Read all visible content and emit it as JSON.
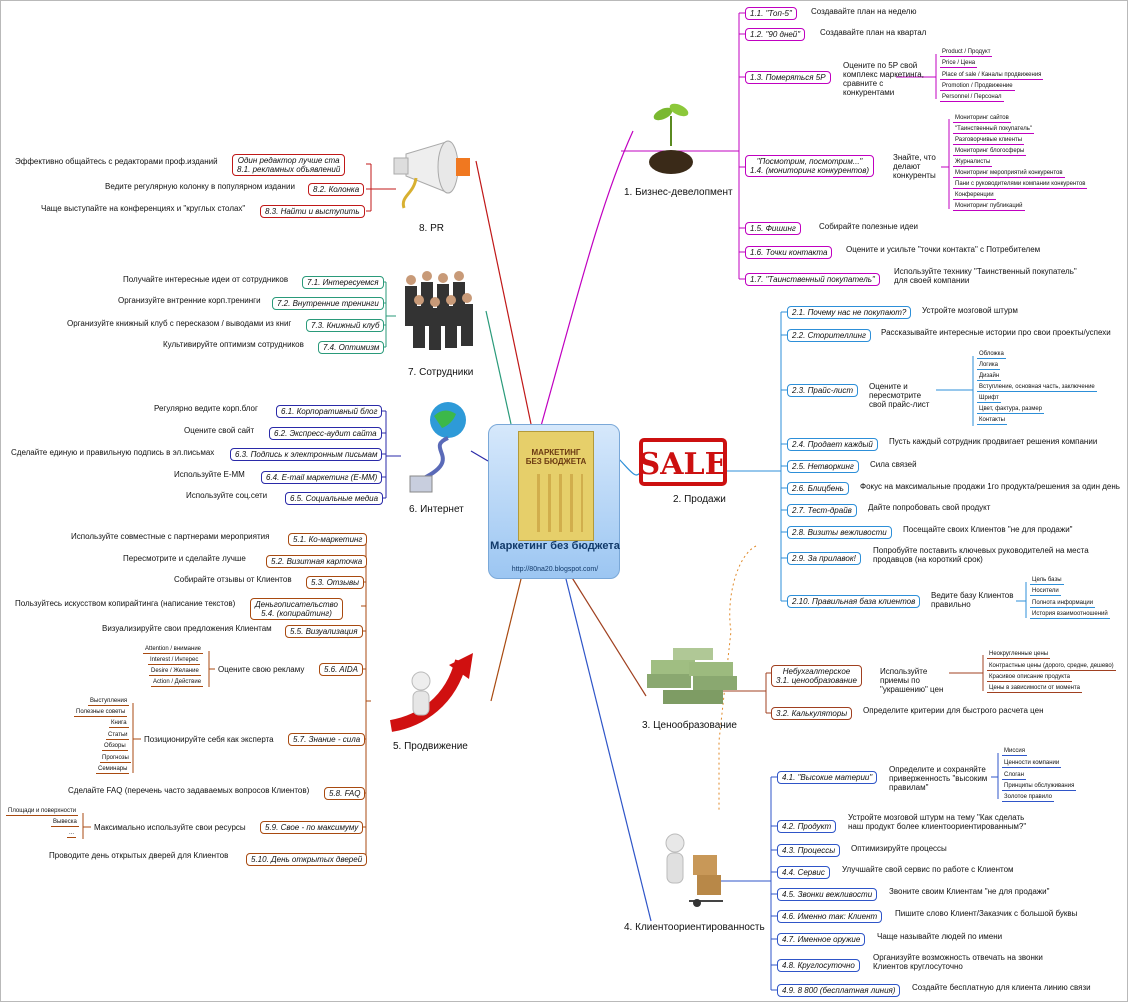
{
  "center": {
    "title": "Маркетинг без бюджета",
    "url": "http://80na20.blogspot.com/",
    "book_title": "МАРКЕТИНГ БЕЗ БЮДЖЕТА"
  },
  "branches": {
    "b1": "1. Бизнес-девелопмент",
    "b2": "2. Продажи",
    "b3": "3. Ценообразование",
    "b4": "4. Клиентоориентированность",
    "b5": "5. Продвижение",
    "b6": "6. Интернет",
    "b7": "7. Сотрудники",
    "b8": "8. PR"
  },
  "sale_logo": "SALE",
  "business": {
    "n1": "1.1. \"Топ-5\"",
    "d1": "Создавайте план на неделю",
    "n2": "1.2. \"90  дней\"",
    "d2": "Создавайте план на квартал",
    "n3": "1.3. Померяться 5P",
    "d3": "Оцените по 5P свой комплекс маркетинга, сравните с конкурентами",
    "p5": [
      "Product / Продукт",
      "Price / Цена",
      "Place of sale / Каналы продвижения",
      "Promotion / Продвижение",
      "Personnel / Персонал"
    ],
    "n4a": "\"Посмотрим, посмотрим...\"",
    "n4b": "1.4. (мониторинг конкурентов)",
    "d4": "Знайте, что делают конкуренты",
    "mon": [
      "Мониторинг сайтов",
      "\"Таинственный покупатель\"",
      "Разговорчивые клиенты",
      "Мониторинг блогосферы",
      "Журналисты",
      "Мониторинг мероприятий конкурентов",
      "Пани с руководителями компании конкурентов",
      "Конференции",
      "Мониторинг публикаций"
    ],
    "n5": "1.5. Фишинг",
    "d5": "Собирайте полезные идеи",
    "n6": "1.6. Точки контакта",
    "d6": "Оцените и усильте \"точки контакта\" с Потребителем",
    "n7": "1.7. \"Таинственный покупатель\"",
    "d7": "Используйте технику \"Таинственный покупатель\" для своей компании"
  },
  "sales": {
    "n1": "2.1. Почему нас не покупают?",
    "d1": "Устройте мозговой штурм",
    "n2": "2.2. Сторителлинг",
    "d2": "Рассказывайте интересные истории про свои проекты/успехи",
    "n3": "2.3. Прайс-лист",
    "d3": "Оцените и пересмотрите свой прайс-лист",
    "price": [
      "Обложка",
      "Логика",
      "Дизайн",
      "Вступление, основная часть, заключение",
      "Шрифт",
      "Цвет, фактура, размер",
      "Контакты"
    ],
    "n4": "2.4. Продает каждый",
    "d4": "Пусть каждый сотрудник продвигает решения компании",
    "n5": "2.5. Нетворкинг",
    "d5": "Сила связей",
    "n6": "2.6. Блицбень",
    "d6": "Фокус на максимальные продажи 1го продукта/решения за один день",
    "n7": "2.7. Тест-драйв",
    "d7": "Дайте попробовать свой продукт",
    "n8": "2.8. Визиты вежливости",
    "d8": "Посещайте своих Клиентов \"не для продажи\"",
    "n9": "2.9. За прилавок!",
    "d9": "Попробуйте поставить ключевых руководителей на места продавцов (на короткий срок)",
    "n10": "2.10. Правильная база клиентов",
    "d10": "Ведите базу Клиентов правильно",
    "base": [
      "Цель базы",
      "Носители",
      "Полнота информации",
      "История взаимоотношений"
    ]
  },
  "pricing": {
    "n1a": "Небухгалтерское",
    "n1b": "3.1. ценообразование",
    "d1": "Используйте приемы по \"украшению\" цен",
    "tricks": [
      "Неокругленные цены",
      "Контрастные цены (дорого, средне, дешево)",
      "Красивое описание продукта",
      "Цены в зависимости от момента"
    ],
    "n2": "3.2. Калькуляторы",
    "d2": "Определите критерии для быстрого расчета цен"
  },
  "client": {
    "n1": "4.1. \"Высокие материи\"",
    "d1": "Определите и сохраняйте приверженность \"высоким правилам\"",
    "rules": [
      "Миссия",
      "Ценности компании",
      "Слоган",
      "Принципы обслуживания",
      "Золотое правило"
    ],
    "n2": "4.2. Продукт",
    "d2": "Устройте мозговой штурм на тему \"Как сделать наш продукт более клиентоориентированным?\"",
    "n3": "4.3. Процессы",
    "d3": "Оптимизируйте процессы",
    "n4": "4.4. Сервис",
    "d4": "Улучшайте свой сервис по работе с Клиентом",
    "n5": "4.5. Звонки вежливости",
    "d5": "Звоните своим Клиентам \"не для продажи\"",
    "n6": "4.6. Именно так: Клиент",
    "d6": "Пишите слово Клиент/Заказчик с большой буквы",
    "n7": "4.7. Именное оружие",
    "d7": "Чаще называйте людей по имени",
    "n8": "4.8. Круглосуточно",
    "d8": "Организуйте возможность отвечать на звонки Клиентов круглосуточно",
    "n9": "4.9. 8 800 (бесплатная линия)",
    "d9": "Создайте бесплатную для клиента линию связи"
  },
  "promo": {
    "n1": "5.1. Ко-маркетинг",
    "d1": "Используйте совместные с партнерами мероприятия",
    "n2": "5.2. Визитная карточка",
    "d2": "Пересмотрите и сделайте лучше",
    "n3": "5.3. Отзывы",
    "d3": "Собирайте отзывы от Клиентов",
    "n4a": "Деньгописательство",
    "n4b": "5.4. (копирайтинг)",
    "d4": "Пользуйтесь искусством копирайтинга (написание текстов)",
    "n5": "5.5. Визуализация",
    "d5": "Визуализируйте свои предложения Клиентам",
    "n6": "5.6. AIDA",
    "d6": "Оцените свою рекламу",
    "aida": [
      "Attention / внимание",
      "Interest / Интерес",
      "Desire / Желание",
      "Action / Действие"
    ],
    "n7": "5.7. Знание - сила",
    "d7": "Позиционируйте себя как эксперта",
    "expert": [
      "Выступления",
      "Полезные советы",
      "Книга",
      "Статьи",
      "Обзоры",
      "Прогнозы",
      "Семинары"
    ],
    "n8": "5.8. FAQ",
    "d8": "Сделайте FAQ (перечень часто задаваемых вопросов Клиентов)",
    "n9": "5.9. Свое - по максимуму",
    "d9": "Максимально используйте свои ресурсы",
    "res": [
      "Площади и поверхности",
      "Вывеска",
      "..."
    ],
    "n10": "5.10. День открытых дверей",
    "d10": "Проводите день открытых дверей для Клиентов"
  },
  "internet": {
    "n1": "6.1. Корпоративный блог",
    "d1": "Регулярно ведите корп.блог",
    "n2": "6.2. Экспресс-аудит сайта",
    "d2": "Оцените свой сайт",
    "n3": "6.3. Подпись к электронным письмам",
    "d3": "Сделайте единую и правильную подпись в эл.письмах",
    "n4": "6.4. E-mail маркетинг (E-MM)",
    "d4": "Используйте E-MM",
    "n5": "6.5. Социальные медиа",
    "d5": "Используйте соц.сети"
  },
  "staff": {
    "n1": "7.1. Интересуемся",
    "d1": "Получайте интересные идеи от сотрудников",
    "n2": "7.2. Внутренние тренинги",
    "d2": "Организуйте внтренние корп.тренинги",
    "n3": "7.3. Книжный клуб",
    "d3": "Организуйте книжный клуб с пересказом / выводами из книг",
    "n4": "7.4. Оптимизм",
    "d4": "Культивируйте оптимизм сотрудников"
  },
  "pr": {
    "n1a": "Один редактор лучше ста",
    "n1b": "8.1. рекламных объявлений",
    "d1": "Эффективно общайтесь с редакторами проф.изданий",
    "n2": "8.2. Колонка",
    "d2": "Ведите регулярную колонку в популярном издании",
    "n3": "8.3. Найти и выступить",
    "d3": "Чаще выступайте на конференциях и \"круглых столах\""
  },
  "colors": {
    "business": "#c000c0",
    "sales": "#2d8fd8",
    "pricing": "#a04020",
    "client": "#2f55c8",
    "promo": "#a84a10",
    "internet": "#2a2aa8",
    "staff": "#2a9a7a",
    "pr": "#c01818"
  }
}
